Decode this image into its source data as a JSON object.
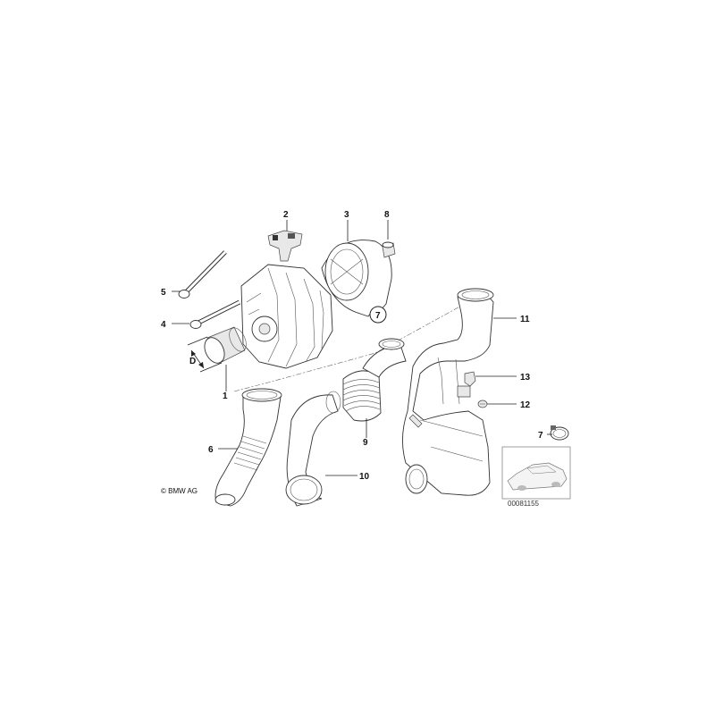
{
  "labels": {
    "p1": "1",
    "p2": "2",
    "p3": "3",
    "p4": "4",
    "p5": "5",
    "p6": "6",
    "p7_circled": "7",
    "p7": "7",
    "p8": "8",
    "p9": "9",
    "p10": "10",
    "p11": "11",
    "p12": "12",
    "p13": "13",
    "dimension": "D"
  },
  "copyright": "© BMW AG",
  "reference_code": "00081155",
  "colors": {
    "line": "#333333",
    "shade": "#e8e8e8",
    "background": "#ffffff"
  }
}
